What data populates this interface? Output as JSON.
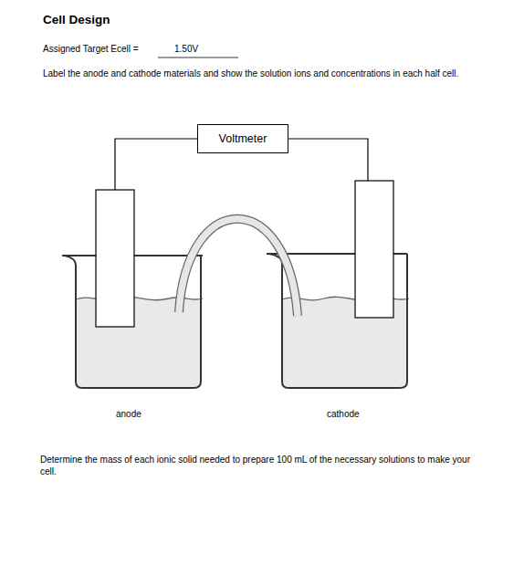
{
  "diagram": {
    "title": "Cell Design",
    "nodes": [
      {
        "text": [
          "Voltmeter"
        ]
      }
    ],
    "labels": [
      "Assigned Target Ecell =",
      "1.50V",
      "Label the anode and cathode materials and show the solution ions and concentrations in each half cell.",
      "anode",
      "cathode",
      "Determine the mass of each ionic solid needed to prepare 100 mL of the necessary solutions to make your cell."
    ]
  }
}
